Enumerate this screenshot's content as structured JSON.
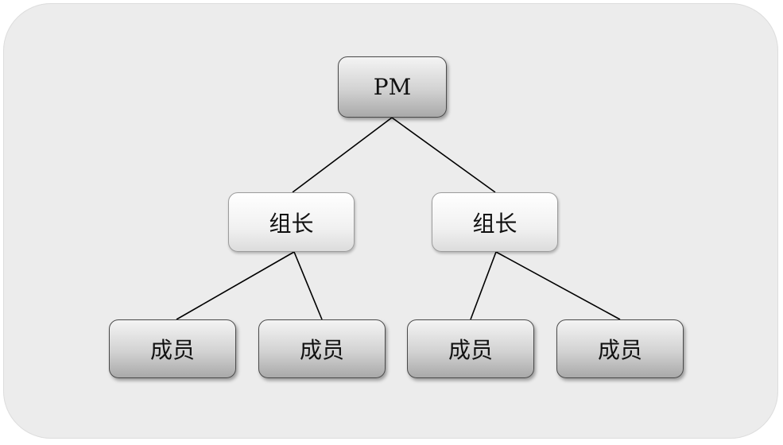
{
  "org_chart": {
    "root": {
      "label": "PM"
    },
    "leads": [
      {
        "label": "组长",
        "members": [
          {
            "label": "成员"
          },
          {
            "label": "成员"
          }
        ]
      },
      {
        "label": "组长",
        "members": [
          {
            "label": "成员"
          },
          {
            "label": "成员"
          }
        ]
      }
    ]
  },
  "colors": {
    "background_panel": "#ececec",
    "node_border": "#4a4a4a",
    "connector": "#000000"
  }
}
